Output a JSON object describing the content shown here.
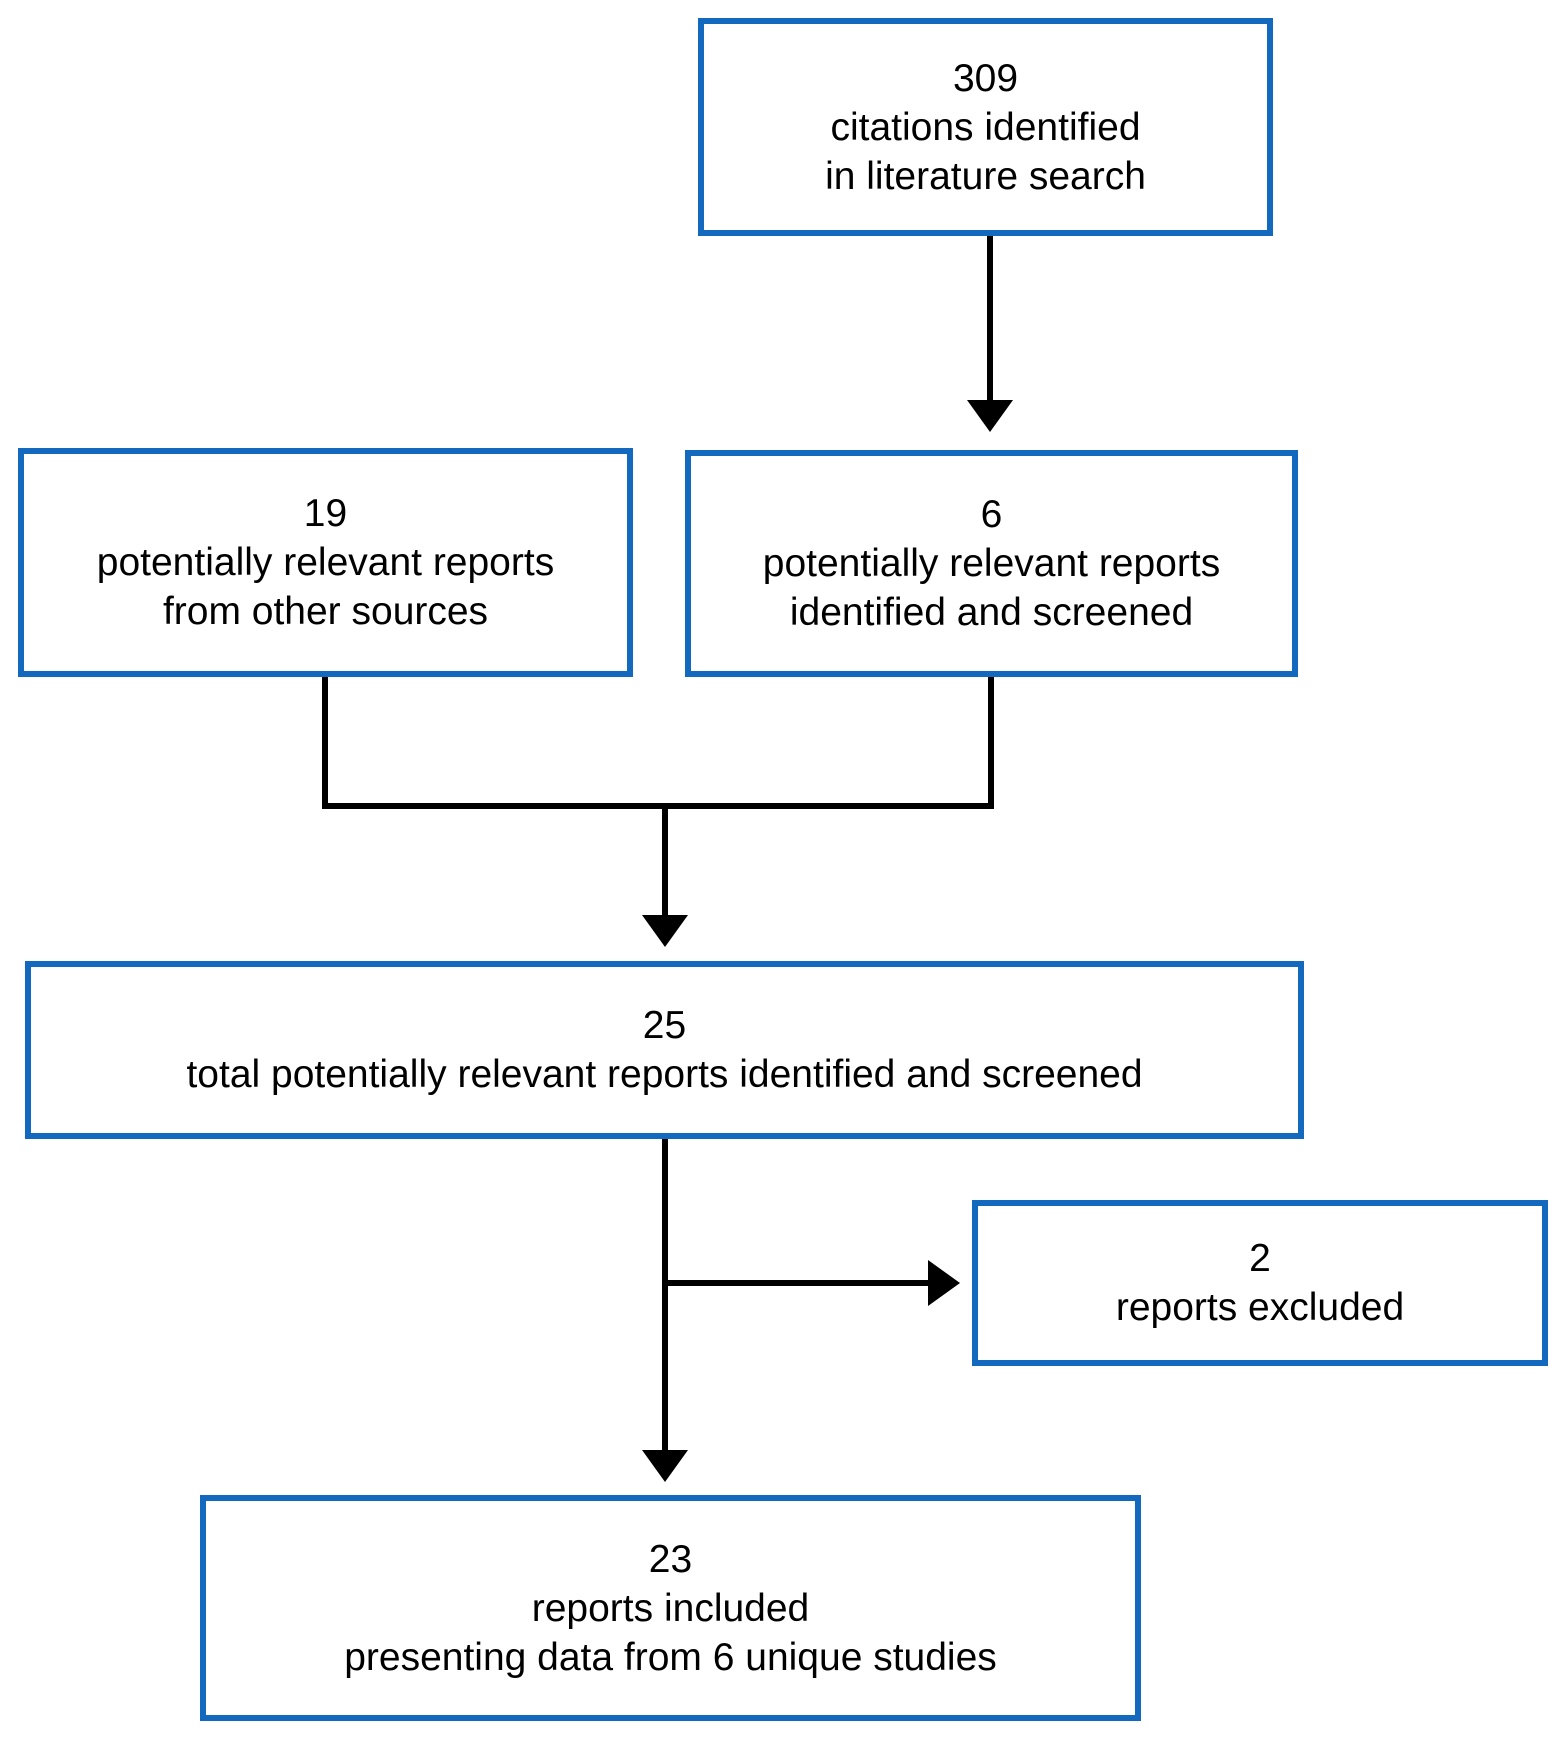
{
  "diagram": {
    "type": "study-selection-flowchart",
    "colors": {
      "border": "#1269bd",
      "connector": "#000000",
      "text": "#000000",
      "background": "#ffffff"
    },
    "nodes": {
      "citations": {
        "count": "309",
        "line1": "citations identified",
        "line2": "in literature search"
      },
      "other_sources": {
        "count": "19",
        "line1": "potentially relevant reports",
        "line2": "from other sources"
      },
      "screened": {
        "count": "6",
        "line1": "potentially relevant reports",
        "line2": "identified and screened"
      },
      "total": {
        "count": "25",
        "line1": "total potentially relevant reports identified and screened"
      },
      "excluded": {
        "count": "2",
        "line1": "reports excluded"
      },
      "included": {
        "count": "23",
        "line1": "reports included",
        "line2": "presenting data from 6 unique studies"
      }
    },
    "edges": [
      "citations -> screened",
      "other_sources + screened -> total",
      "total -> excluded",
      "total -> included"
    ]
  }
}
